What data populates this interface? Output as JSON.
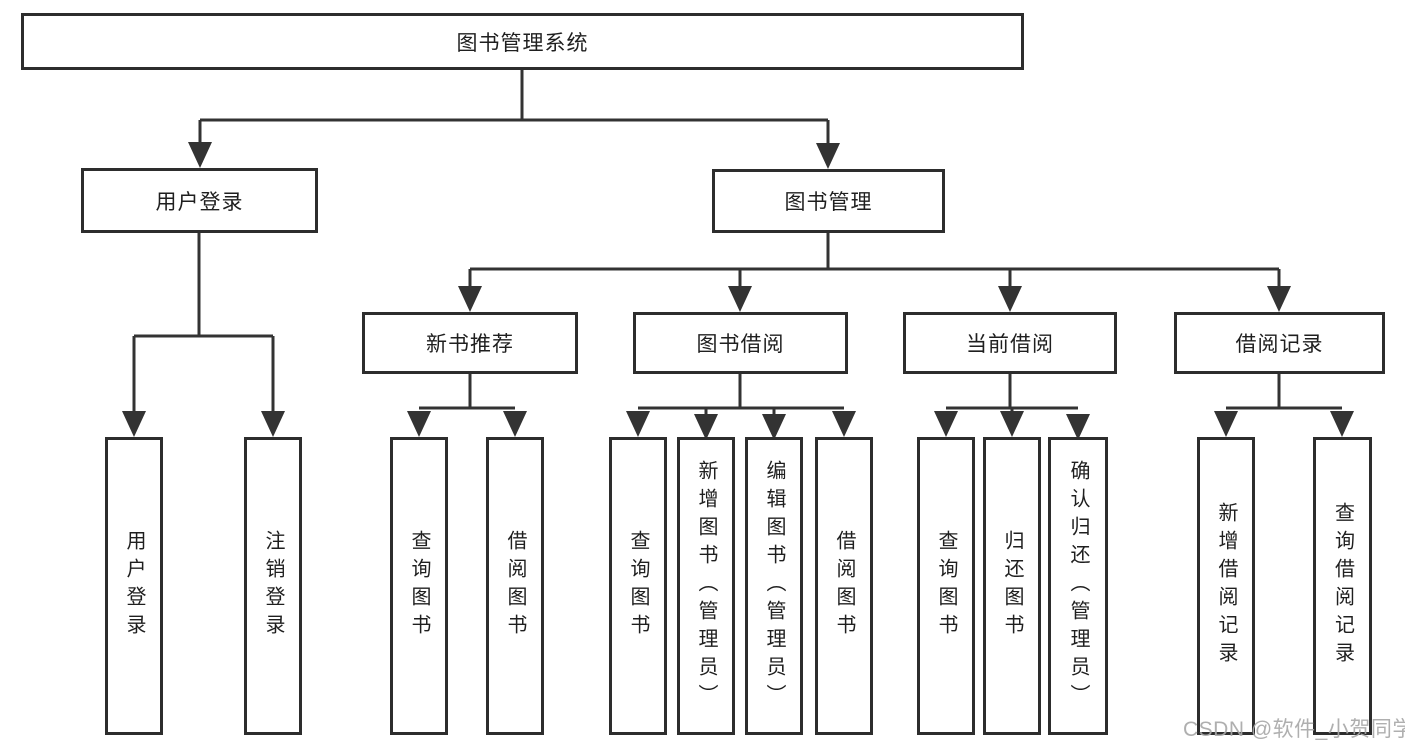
{
  "diagram": {
    "type": "hierarchy-org-chart",
    "tree": {
      "root": {
        "label": "图书管理系统"
      },
      "children": [
        {
          "label": "用户登录",
          "children": [
            {
              "label": "用户登录"
            },
            {
              "label": "注销登录"
            }
          ]
        },
        {
          "label": "图书管理",
          "children": [
            {
              "label": "新书推荐",
              "children": [
                {
                  "label": "查询图书"
                },
                {
                  "label": "借阅图书"
                }
              ]
            },
            {
              "label": "图书借阅",
              "children": [
                {
                  "label": "查询图书"
                },
                {
                  "label": "新增图书（管理员）"
                },
                {
                  "label": "编辑图书（管理员）"
                },
                {
                  "label": "借阅图书"
                }
              ]
            },
            {
              "label": "当前借阅",
              "children": [
                {
                  "label": "查询图书"
                },
                {
                  "label": "归还图书"
                },
                {
                  "label": "确认归还（管理员）"
                }
              ]
            },
            {
              "label": "借阅记录",
              "children": [
                {
                  "label": "新增借阅记录"
                },
                {
                  "label": "查询借阅记录"
                }
              ]
            }
          ]
        }
      ]
    },
    "colors": {
      "box_border": "#2d2d2d",
      "connector_line": "#333333",
      "box_fill": "#ffffff",
      "text": "#1f1f1f",
      "watermark": "#a8a8a8"
    }
  },
  "watermark": {
    "text": "CSDN @软件_小贺同学"
  }
}
